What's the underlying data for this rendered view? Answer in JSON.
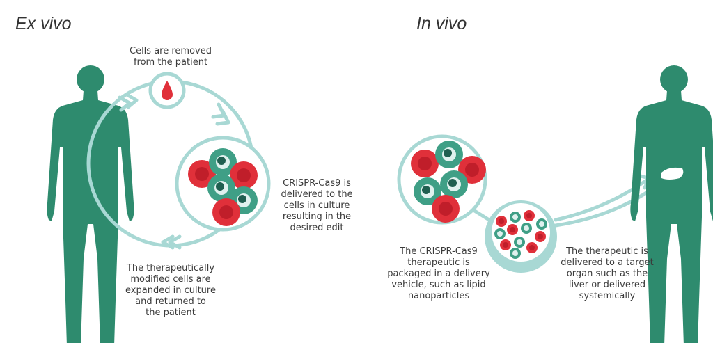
{
  "ex_vivo": {
    "title": "Ex vivo",
    "caption_removed": "Cells are removed\nfrom the patient",
    "caption_delivered": "CRISPR-Cas9 is\ndelivered to the\ncells in culture\nresulting in the\ndesired edit",
    "caption_returned": "The therapeutically\nmodified cells are\nexpanded in culture\nand returned to\nthe patient"
  },
  "in_vivo": {
    "title": "In vivo",
    "caption_packaged": "The CRISPR-Cas9\ntherapeutic is\npackaged in a delivery\nvehicle, such as lipid\nnanoparticles",
    "caption_target": "The therapeutic is\ndelivered to a target\norgan such as the\nliver or delivered\nsystemically"
  },
  "colors": {
    "figure": "#2e8b6e",
    "ring": "#a8d8d4",
    "red_cell": "#e0303a",
    "green_cell": "#3f9f86"
  }
}
